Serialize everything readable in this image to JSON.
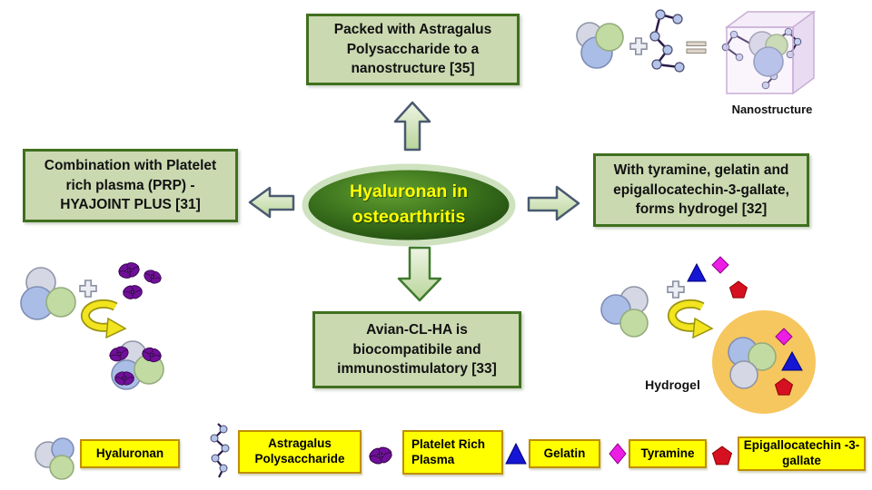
{
  "title": "Hyaluronan in osteoarthritis",
  "boxes": {
    "top": "Packed with Astragalus Polysaccharide to a nanostructure [35]",
    "left": "Combination with Platelet rich plasma (PRP) - HYAJOINT PLUS [31]",
    "right": "With tyramine, gelatin and epigallocatechin-3-gallate, forms hydrogel [32]",
    "bottom": "Avian-CL-HA is biocompatibile and immunostimulatory [33]"
  },
  "labels": {
    "nanostructure": "Nanostructure",
    "hydrogel": "Hydrogel"
  },
  "legend": {
    "hyaluronan": "Hyaluronan",
    "astragalus": "Astragalus Polysaccharide",
    "prp": "Platelet Rich Plasma",
    "gelatin": "Gelatin",
    "tyramine": "Tyramine",
    "egcg": "Epigallocatechin -3-gallate"
  },
  "icons": {
    "hyaluronan": "three-circle-cluster",
    "astragalus": "bead-chain",
    "prp": "purple-butterfly",
    "gelatin": "blue-triangle",
    "tyramine": "magenta-diamond",
    "egcg": "red-pentagon",
    "operators": [
      "plus",
      "equals",
      "curved-yellow-arrow"
    ],
    "block_arrows": [
      "up",
      "left",
      "right",
      "down"
    ]
  },
  "colors": {
    "box_fill": "#cbd9b1",
    "box_border": "#40701f",
    "ellipse_dark": "#1b3f0d",
    "ellipse_light": "#62a030",
    "ellipse_ring": "#cfe2c0",
    "title_text": "#ffff00",
    "legend_fill": "#ffff00",
    "legend_border": "#bf8f00",
    "gelatin": "#1515d4",
    "tyramine": "#ec1ee4",
    "egcg": "#d51021",
    "platelet": "#70109a",
    "hydrogel_circle": "#f6c65f",
    "arrow_fill_top": "#eef5e4",
    "arrow_fill_bottom": "#b9d49a",
    "arrow_border_grey": "#4a5a70",
    "arrow_border_green": "#3f7a2c"
  }
}
